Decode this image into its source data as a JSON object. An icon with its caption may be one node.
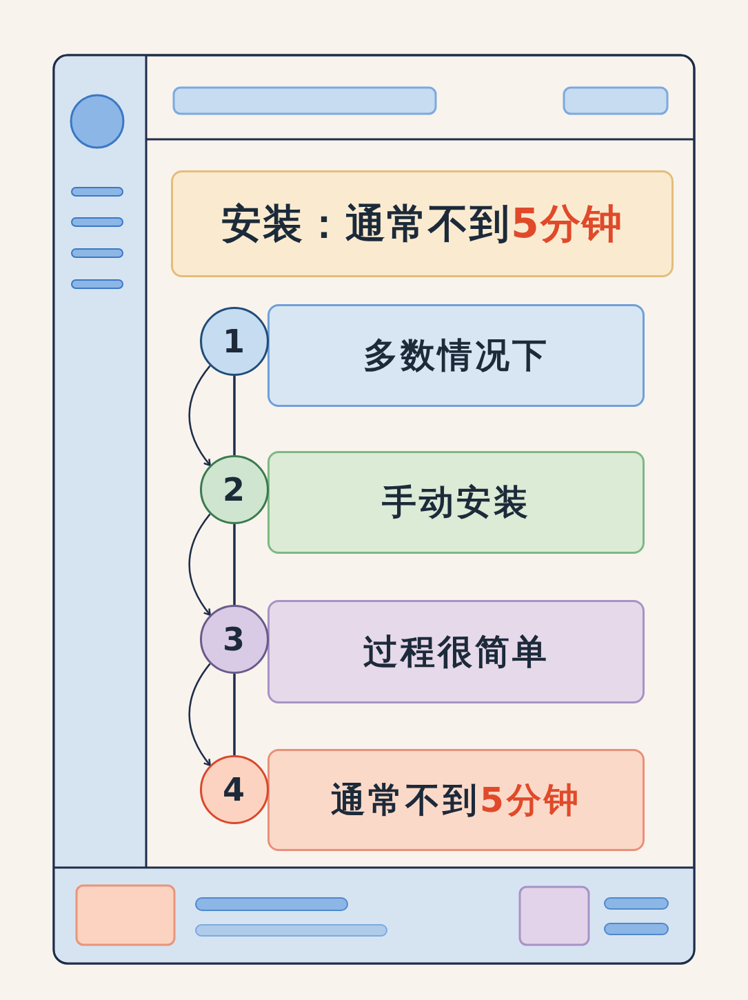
{
  "diagram": {
    "nodes": [
      {
        "text": [
          "安装：通常不到**5分钟**"
        ]
      },
      {
        "text": [
          "1"
        ]
      },
      {
        "text": [
          "2"
        ]
      },
      {
        "text": [
          "3"
        ]
      },
      {
        "text": [
          "4"
        ]
      },
      {
        "text": [
          "多数情况下"
        ]
      },
      {
        "text": [
          "手动安装"
        ]
      },
      {
        "text": [
          "过程很简单"
        ]
      },
      {
        "text": [
          "通常不到**5分钟**"
        ]
      }
    ],
    "edges": [
      {
        "from": 1,
        "to": 2,
        "arrow": "none"
      },
      {
        "from": 2,
        "to": 3,
        "arrow": "none"
      },
      {
        "from": 3,
        "to": 4,
        "arrow": "none"
      },
      {
        "from": 1,
        "to": 2,
        "arrow": "to"
      },
      {
        "from": 2,
        "to": 3,
        "arrow": "to"
      },
      {
        "from": 3,
        "to": 4,
        "arrow": "to"
      }
    ]
  }
}
